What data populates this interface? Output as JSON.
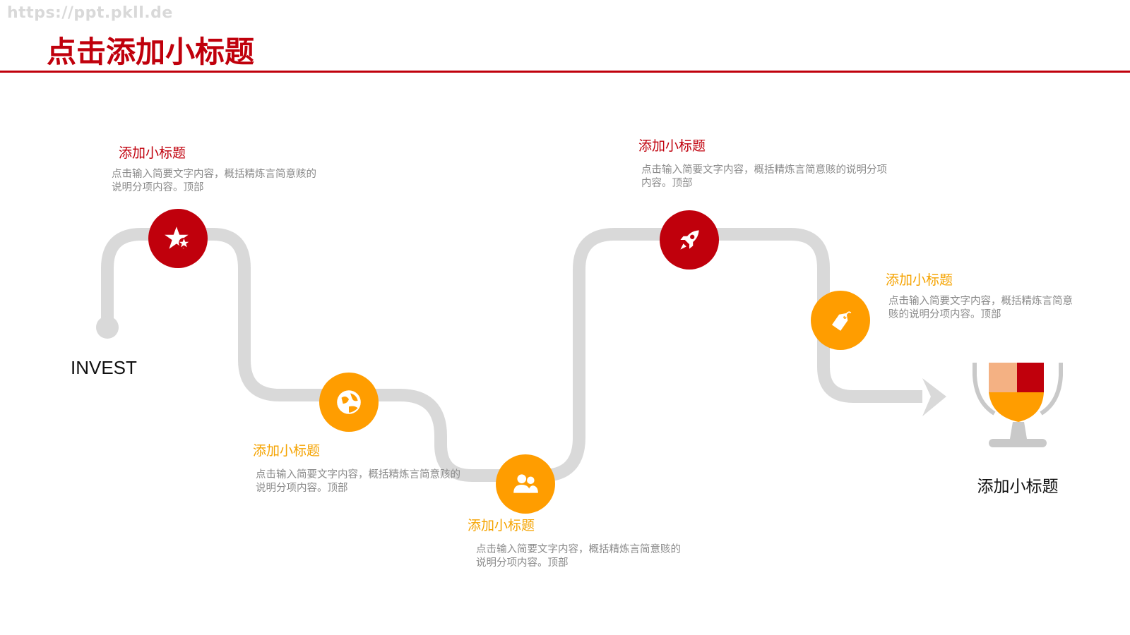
{
  "watermark": "https://ppt.pkll.de",
  "page_title": "点击添加小标题",
  "start_label": "INVEST",
  "end_label": "添加小标题",
  "colors": {
    "red": "#c0000c",
    "orange": "#ff9d00",
    "track": "#d9d9d9",
    "text_gray": "#8a8a8a"
  },
  "steps": [
    {
      "heading": "添加小标题",
      "desc": "点击输入简要文字内容，概括精炼言简意赅的说明分项内容。顶部",
      "icon": "star-badge-icon"
    },
    {
      "heading": "添加小标题",
      "desc": "点击输入简要文字内容，概括精炼言简意赅的说明分项内容。顶部",
      "icon": "globe-icon"
    },
    {
      "heading": "添加小标题",
      "desc": "点击输入简要文字内容，概括精炼言简意赅的说明分项内容。顶部",
      "icon": "users-icon"
    },
    {
      "heading": "添加小标题",
      "desc": "点击输入简要文字内容，概括精炼言简意赅的说明分项内容。顶部",
      "icon": "rocket-icon"
    },
    {
      "heading": "添加小标题",
      "desc": "点击输入简要文字内容，概括精炼言简意赅的说明分项内容。顶部",
      "icon": "tag-icon"
    }
  ],
  "trophy_icon": "trophy-icon"
}
